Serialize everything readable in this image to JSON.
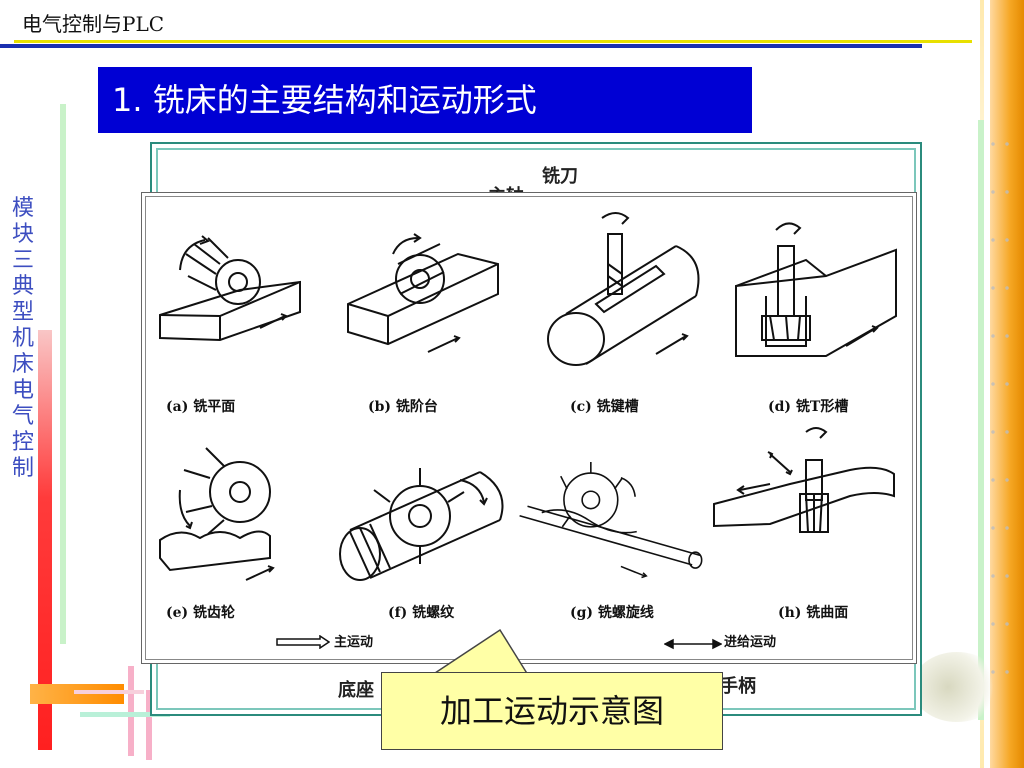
{
  "header": {
    "title": "电气控制与PLC"
  },
  "sidebar": {
    "vertical_title": "模块三 典型机床电气控制"
  },
  "slide": {
    "title": "1.  铣床的主要结构和运动形式"
  },
  "figure": {
    "behind_labels": {
      "cutter": "铣刀",
      "spindle": "主轴",
      "base": "底座",
      "handle": "手柄"
    },
    "panels": [
      {
        "caption": "(a) 铣平面"
      },
      {
        "caption": "(b) 铣阶台"
      },
      {
        "caption": "(c) 铣键槽"
      },
      {
        "caption": "(d) 铣T形槽"
      },
      {
        "caption": "(e) 铣齿轮"
      },
      {
        "caption": "(f) 铣螺纹"
      },
      {
        "caption": "(g) 铣螺旋线"
      },
      {
        "caption": "(h) 铣曲面"
      }
    ],
    "legend": {
      "main_motion": "主运动",
      "feed_motion": "进给运动"
    }
  },
  "callout": {
    "text": "加工运动示意图"
  },
  "colors": {
    "title_bg": "#0000d4",
    "header_rule": "#1a2fb0",
    "callout_bg": "#ffffa6",
    "frame": "#2b8b7d"
  }
}
